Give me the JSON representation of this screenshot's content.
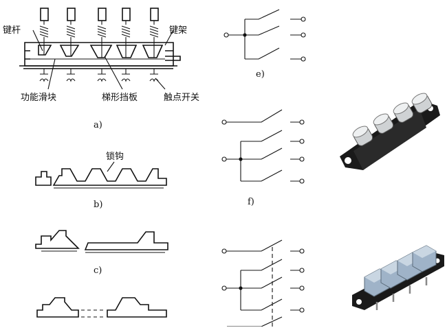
{
  "figure": {
    "labels": {
      "key_stem": "键杆",
      "key_frame": "键架",
      "function_slider": "功能滑块",
      "trapezoid_baffle": "梯形挡板",
      "contact_switch": "触点开关",
      "lock_hook": "锁钩"
    },
    "captions": {
      "a": "a)",
      "b": "b)",
      "c": "c)",
      "e": "e)",
      "f": "f)"
    }
  },
  "colors": {
    "line": "#111111",
    "background": "#ffffff",
    "switch_body": "#1a1a1a",
    "key_cap_light": "#d9d9d9",
    "key_cap_blue": "#9fb3c8"
  }
}
